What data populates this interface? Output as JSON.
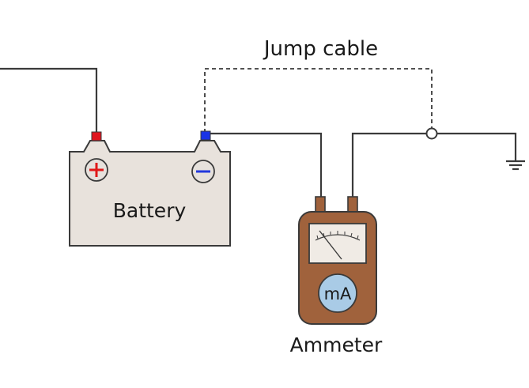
{
  "labels": {
    "jump_cable": "Jump cable",
    "battery": "Battery",
    "ammeter": "Ammeter",
    "meter_unit": "mA"
  },
  "colors": {
    "wire": "#3a3a3a",
    "battery_fill": "#e8e2dc",
    "ammeter_fill": "#a0623c",
    "meter_face": "#f0ebe5",
    "dial_fill": "#a9cbe6",
    "positive_terminal": "#e0141e",
    "negative_terminal": "#1a33e6",
    "plus_sign": "#e01818",
    "minus_sign": "#2238dd",
    "background": "#ffffff"
  },
  "icons": {
    "battery": "battery-icon",
    "ammeter": "ammeter-icon",
    "ground": "ground-symbol-icon",
    "plus": "plus-sign-icon",
    "minus": "minus-sign-icon"
  }
}
